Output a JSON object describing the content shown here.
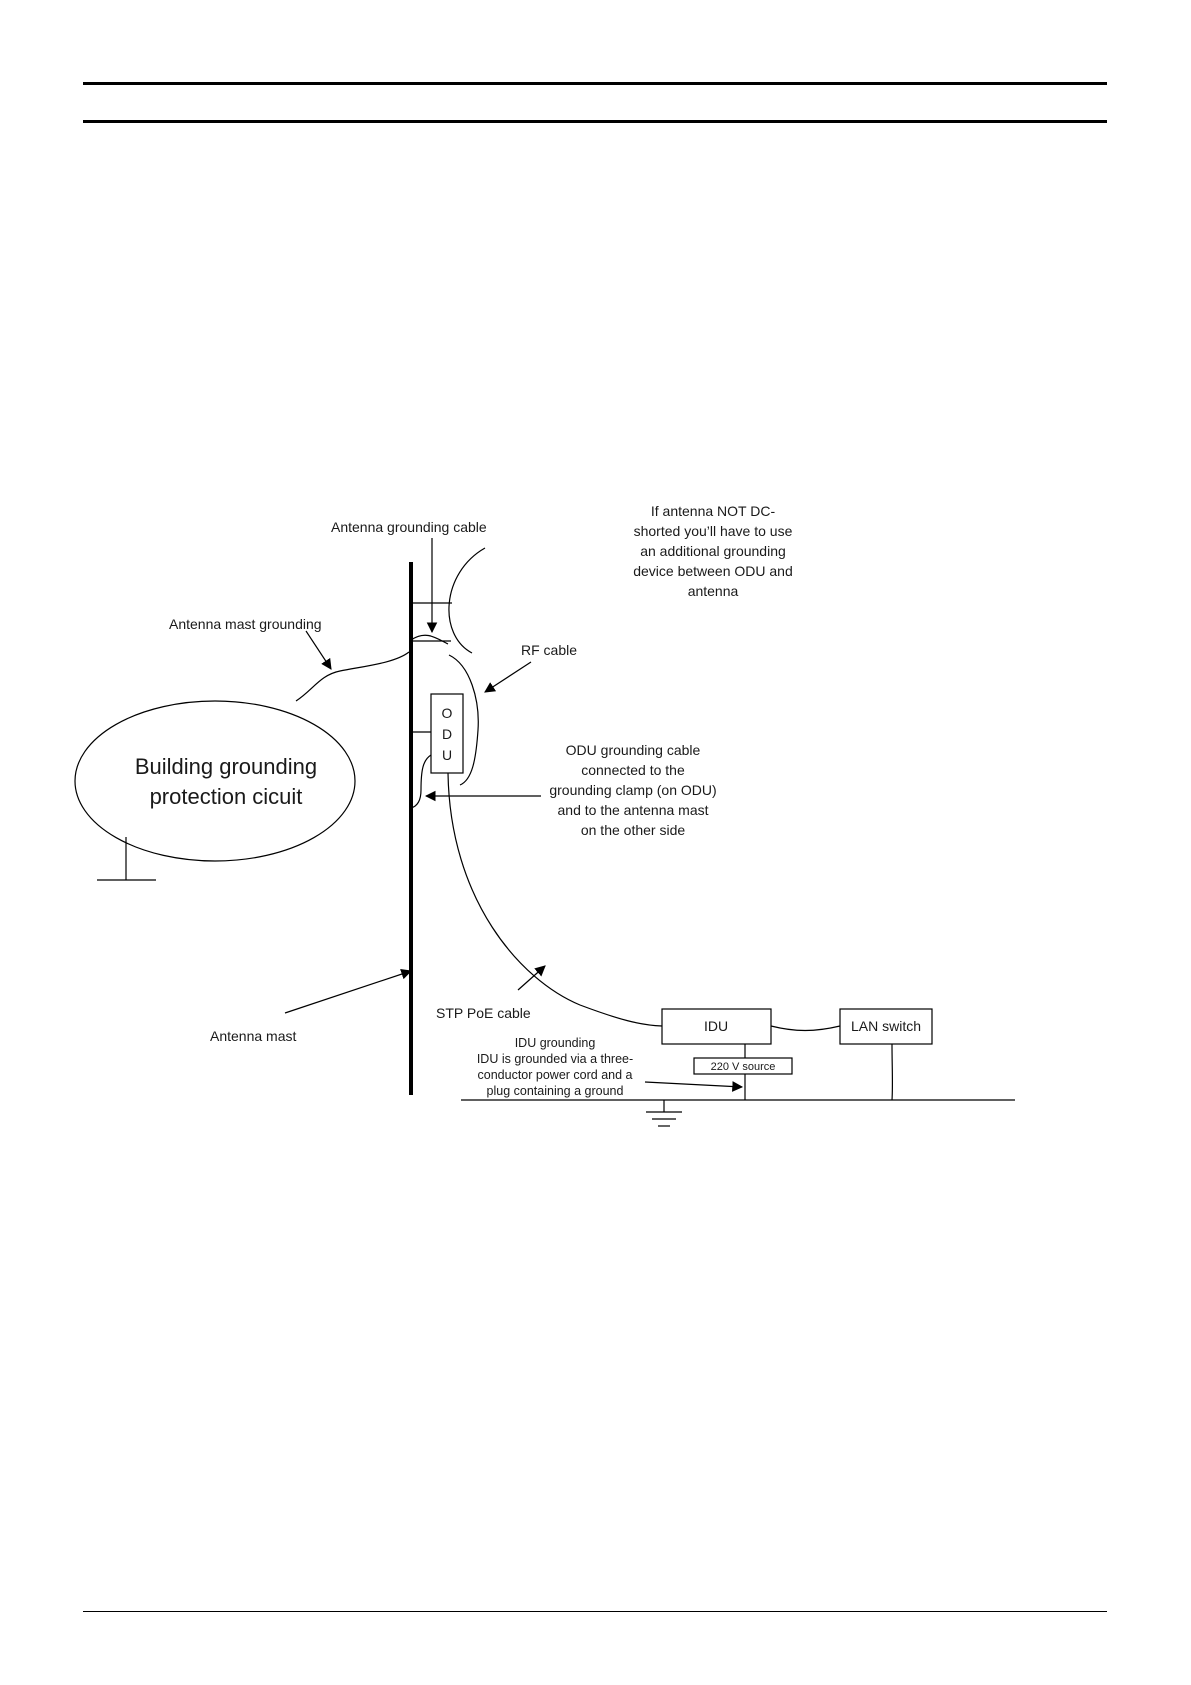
{
  "diagram": {
    "labels": {
      "antenna_grounding_cable": "Antenna grounding cable",
      "note_line1": "If antenna NOT DC-",
      "note_line2": "shorted you’ll have to use",
      "note_line3": "an additional grounding",
      "note_line4": "device between ODU and",
      "note_line5": "antenna",
      "antenna_mast_grounding": "Antenna mast grounding",
      "rf_cable": "RF cable",
      "building_line1": "Building grounding",
      "building_line2": "protection cicuit",
      "odu_o": "O",
      "odu_d": "D",
      "odu_u": "U",
      "odu_ground_line1": "ODU grounding cable",
      "odu_ground_line2": "connected to the",
      "odu_ground_line3": "grounding clamp (on ODU)",
      "odu_ground_line4": "and to the antenna mast",
      "odu_ground_line5": "on the other side",
      "stp_poe_cable": "STP PoE cable",
      "antenna_mast": "Antenna mast",
      "idu": "IDU",
      "lan_switch": "LAN switch",
      "idu_grounding": "IDU grounding",
      "idu_note_line1": "IDU is grounded via a three-",
      "idu_note_line2": "conductor power cord and a",
      "idu_note_line3": "plug containing a ground",
      "power_source": "220 V source"
    }
  }
}
